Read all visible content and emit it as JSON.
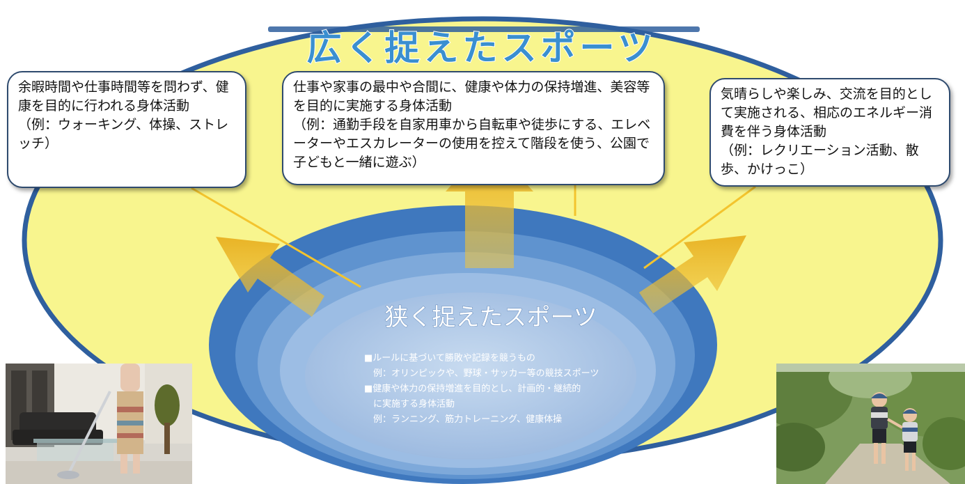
{
  "outer_title": "広く捉えたスポーツ",
  "inner_title": "狭く捉えたスポーツ",
  "inner_lines": [
    "■ルールに基づいて勝敗や記録を競うもの",
    "　例：オリンピックや、野球・サッカー等の競技スポーツ",
    "■健康や体力の保持増進を目的とし、計画的・継続的",
    "　に実施する身体活動",
    "　例：ランニング、筋力トレーニング、健康体操"
  ],
  "callouts": {
    "left": "余暇時間や仕事時間等を問わず、健康を目的に行われる身体活動\n（例：ウォーキング、体操、ストレッチ）",
    "center": "仕事や家事の最中や合間に、健康や体力の保持増進、美容等を目的に実施する身体活動\n（例：通勤手段を自家用車から自転車や徒歩にする、エレベーターやエスカレーターの使用を控えて階段を使う、公園で子どもと一緒に遊ぶ）",
    "right": "気晴らしや楽しみ、交流を目的として実施される、相応のエネルギー消費を伴う身体活動\n（例：レクリエーション活動、散歩、かけっこ）"
  },
  "colors": {
    "outer_fill": "#f8f58e",
    "outer_stroke": "#2f5f9e",
    "outer_title": "#3a8fd0",
    "ring_outer": "#3f78be",
    "ring_2": "#5f93cf",
    "ring_3": "#7ea9da",
    "ring_4": "#9cbde4",
    "inner_core": "#b3cdea",
    "arrow": "#f0c43c",
    "connector": "#f3c42e"
  }
}
